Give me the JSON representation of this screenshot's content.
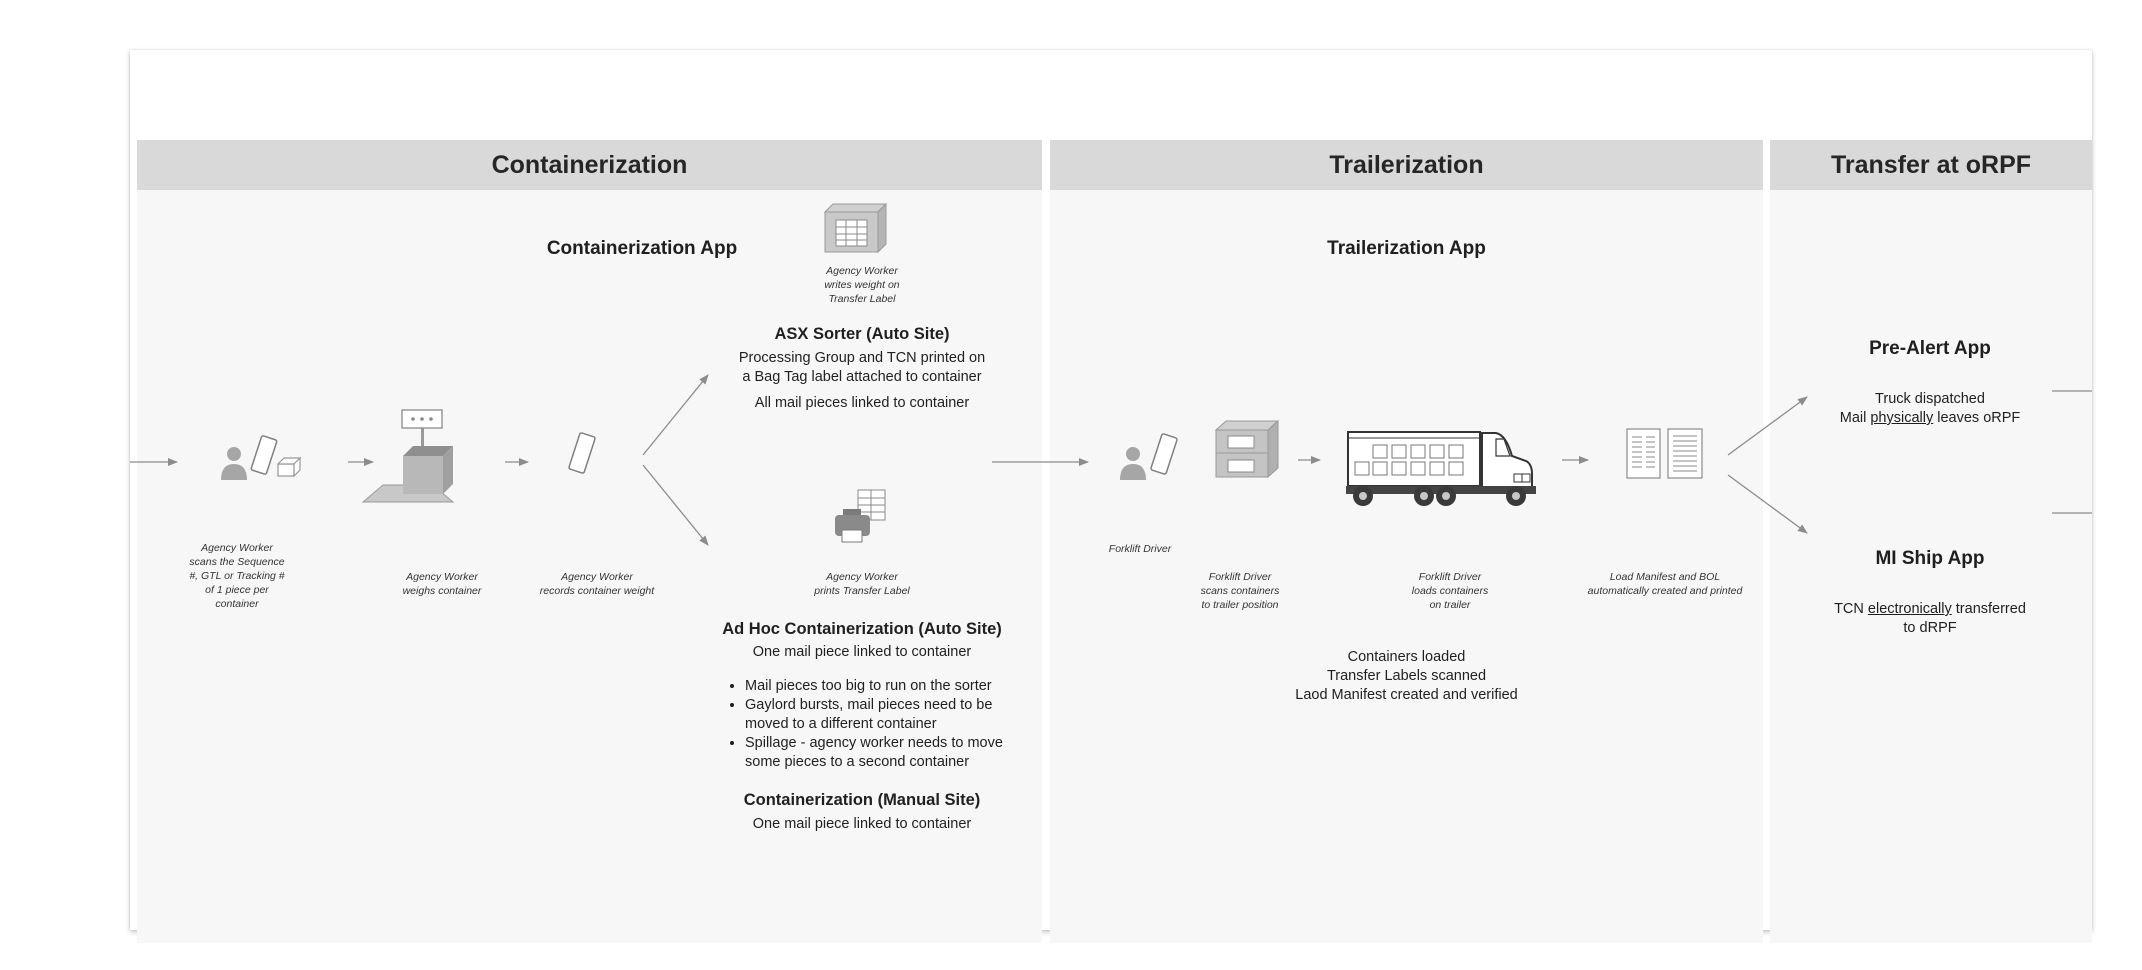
{
  "lanes": {
    "containerization": "Containerization",
    "trailerization": "Trailerization",
    "transfer": "Transfer at oRPF"
  },
  "containerization": {
    "app_title": "Containerization App",
    "captions": {
      "scan": [
        "Agency Worker",
        "scans the Sequence",
        "#, GTL or Tracking #",
        "of 1 piece per",
        "container"
      ],
      "weigh": [
        "Agency Worker",
        "weighs container"
      ],
      "record": [
        "Agency Worker",
        "records container weight"
      ],
      "write": [
        "Agency Worker",
        "writes weight on",
        "Transfer Label"
      ],
      "print": [
        "Agency Worker",
        "prints Transfer Label"
      ]
    },
    "asx": {
      "title": "ASX Sorter (Auto Site)",
      "line1": "Processing Group and TCN printed on",
      "line2": "a Bag Tag label attached to container",
      "line3": "All mail pieces linked to container"
    },
    "adhoc": {
      "title": "Ad Hoc Containerization (Auto Site)",
      "line1": "One mail piece linked to container",
      "bullets": [
        [
          "Mail pieces too big to run on the sorter"
        ],
        [
          "Gaylord bursts, mail pieces need to be",
          "moved to a different container"
        ],
        [
          "Spillage - agency worker needs to move",
          "some pieces to a second container"
        ]
      ]
    },
    "manual": {
      "title": "Containerization (Manual Site)",
      "line1": "One mail piece linked to container"
    }
  },
  "trailerization": {
    "app_title": "Trailerization App",
    "captions": {
      "driver": "Forklift Driver",
      "scan": [
        "Forklift Driver",
        "scans containers",
        "to trailer position"
      ],
      "load": [
        "Forklift Driver",
        "loads containers",
        "on trailer"
      ],
      "manifest": [
        "Load Manifest and BOL",
        "automatically created and printed"
      ]
    },
    "summary": [
      "Containers loaded",
      "Transfer Labels scanned",
      "Laod Manifest created and verified"
    ]
  },
  "transfer": {
    "prealert": {
      "title": "Pre-Alert App",
      "line1": "Truck dispatched",
      "line2_pre": "Mail ",
      "line2_u": "physically",
      "line2_post": " leaves oRPF"
    },
    "miship": {
      "title": "MI Ship App",
      "line1_pre": "TCN ",
      "line1_u": "electronically",
      "line1_post": " transferred",
      "line2": "to dRPF"
    }
  },
  "colors": {
    "header_bg": "#d9d9d9",
    "lane_bg": "#f7f7f7",
    "icon_gray": "#a6a6a6",
    "arrow": "#8c8c8c"
  },
  "icons": [
    "person-icon",
    "scanner-icon",
    "package-icon",
    "scale-icon",
    "handheld-icon",
    "transfer-label-icon",
    "printer-icon",
    "container-stack-icon",
    "truck-icon",
    "document-icon"
  ]
}
